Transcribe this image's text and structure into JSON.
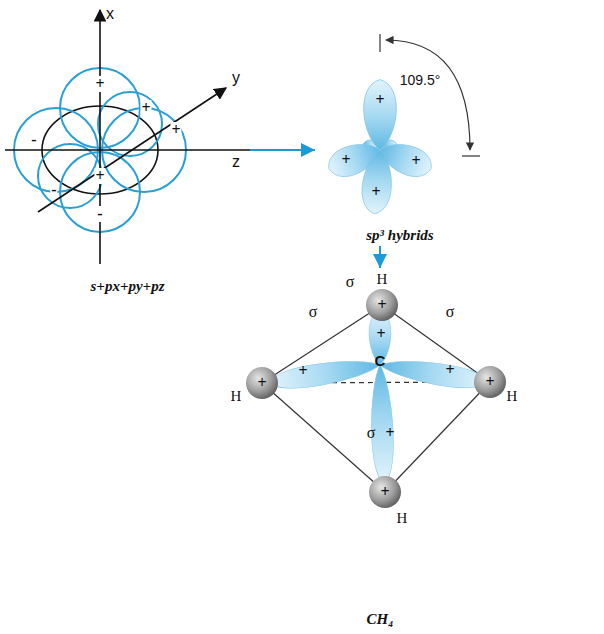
{
  "diagram": {
    "nodes": [
      {
        "text": [
          "s+px+py+pz"
        ]
      },
      {
        "text": [
          "sp³ hybrids"
        ]
      },
      {
        "text": [
          "CH₄"
        ]
      }
    ],
    "edges": [
      {
        "from": 0,
        "to": 1,
        "arrow": "to"
      },
      {
        "from": 1,
        "to": 2,
        "arrow": "to"
      }
    ],
    "labels": [
      "x",
      "y",
      "z",
      "+",
      "+",
      "+",
      "-",
      "-",
      "+",
      "-",
      "109.5°",
      "+",
      "+",
      "+",
      "+",
      "H",
      "H",
      "H",
      "H",
      "σ",
      "σ",
      "σ",
      "σ",
      "+",
      "+",
      "+",
      "+",
      "+",
      "+",
      "+",
      "+",
      "C"
    ]
  }
}
